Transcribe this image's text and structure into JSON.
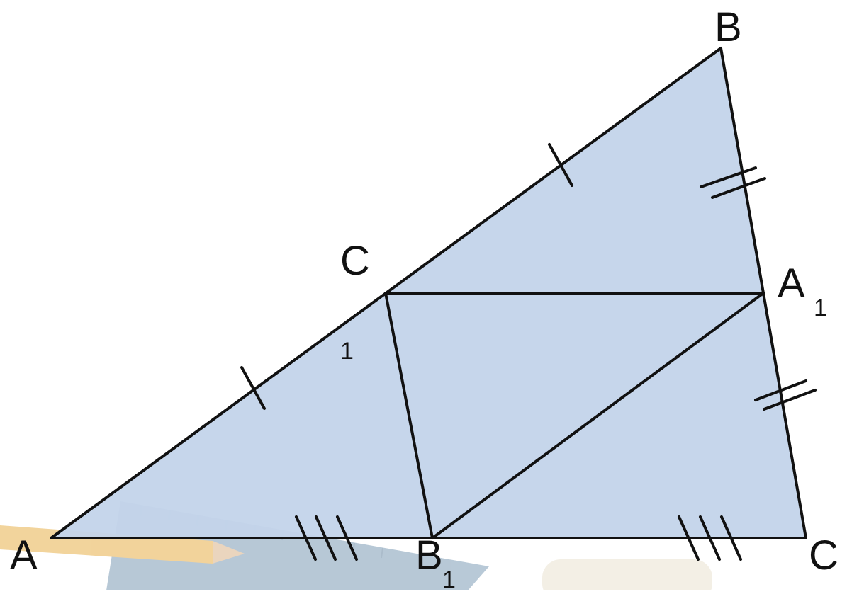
{
  "diagram": {
    "colors": {
      "fill": "#c3d4ea",
      "stroke": "#111111",
      "ruler": "#7e9cb6",
      "pencil": "#e8b04a",
      "eraser": "#e9e2d0"
    },
    "vertices": {
      "A": {
        "letter": "A",
        "sub": ""
      },
      "B": {
        "letter": "B",
        "sub": ""
      },
      "C": {
        "letter": "C",
        "sub": ""
      },
      "A1": {
        "letter": "A",
        "sub": "1"
      },
      "B1": {
        "letter": "B",
        "sub": "1"
      },
      "C1": {
        "letter": "C",
        "sub": "1"
      }
    },
    "tick_marks": {
      "side_AB_halves": 1,
      "side_BC_halves": 2,
      "side_AC_halves": 3
    },
    "background_objects": [
      "ruler",
      "pencil",
      "eraser"
    ]
  }
}
